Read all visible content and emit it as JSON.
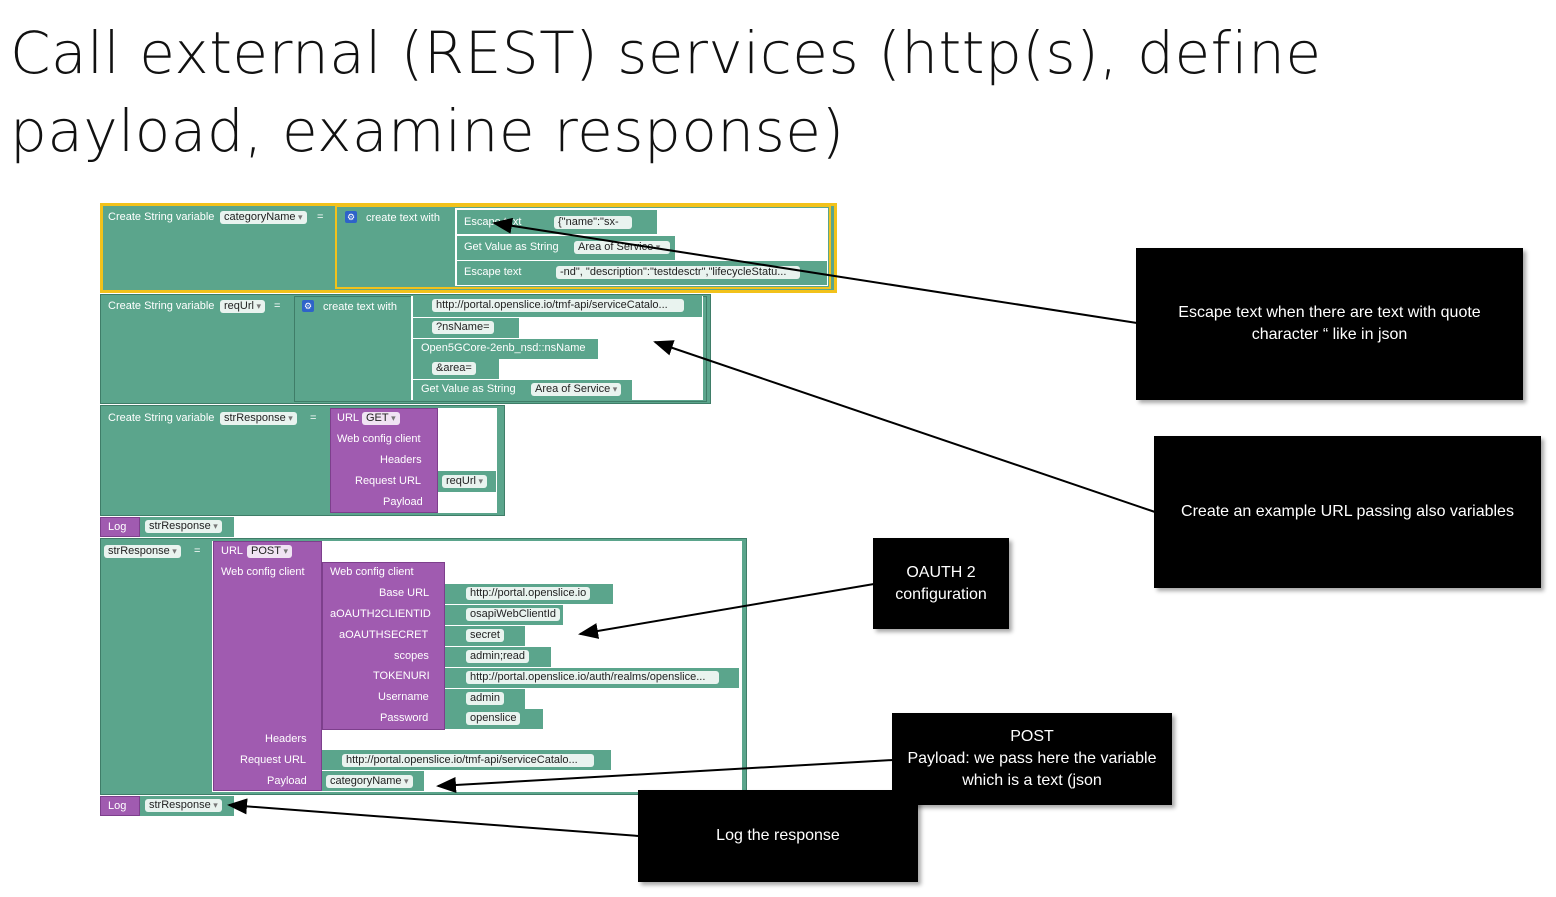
{
  "title": {
    "line1": "Call external (REST) services (http(s), define",
    "line2": "payload, examine response)"
  },
  "blocks": {
    "create_string_variable": "Create String variable",
    "equals": "=",
    "create_text_with": "create text with",
    "category_name": "categoryName",
    "escape_text": "Escape text",
    "escape_value_1": "{\"name\":\"sx-",
    "get_value_as_string": "Get Value as String",
    "area_of_service": "Area of Service",
    "escape_value_2": "-nd\", \"description\":\"testdesctr\",\"lifecycleStatu...",
    "req_url": "reqUrl",
    "url_part_1": "http://portal.openslice.io/tmf-api/serviceCatalo...",
    "url_part_2": "?nsName=",
    "url_part_3": "Open5GCore-2enb_nsd::nsName",
    "url_part_4": "&area=",
    "str_response": "strResponse",
    "url": "URL",
    "get": "GET",
    "post": "POST",
    "web_config_client": "Web config client",
    "headers": "Headers",
    "request_url": "Request URL",
    "payload": "Payload",
    "log": "Log",
    "base_url_label": "Base URL",
    "base_url_value": "http://portal.openslice.io",
    "client_id_label": "aOAUTH2CLIENTID",
    "client_id_value": "osapiWebClientId",
    "secret_label": "aOAUTHSECRET",
    "secret_value": "secret",
    "scopes_label": "scopes",
    "scopes_value": "admin;read",
    "token_uri_label": "TOKENURI",
    "token_uri_value": "http://portal.openslice.io/auth/realms/openslice...",
    "username_label": "Username",
    "username_value": "admin",
    "password_label": "Password",
    "password_value": "openslice",
    "post_request_url": "http://portal.openslice.io/tmf-api/serviceCatalo..."
  },
  "callouts": {
    "escape": "Escape text when there are text with quote character “ like in json",
    "url": "Create an example URL passing also variables",
    "oauth_line1": "OAUTH 2",
    "oauth_line2": "configuration",
    "post_line1": "POST",
    "post_line2": "Payload: we pass here the variable",
    "post_line3": "which is a text (json",
    "log": "Log the response"
  },
  "colors": {
    "teal_block": "#5ba58c",
    "purple_block": "#a05bb0",
    "selection": "#f2c21b",
    "callout_bg": "#000000"
  }
}
